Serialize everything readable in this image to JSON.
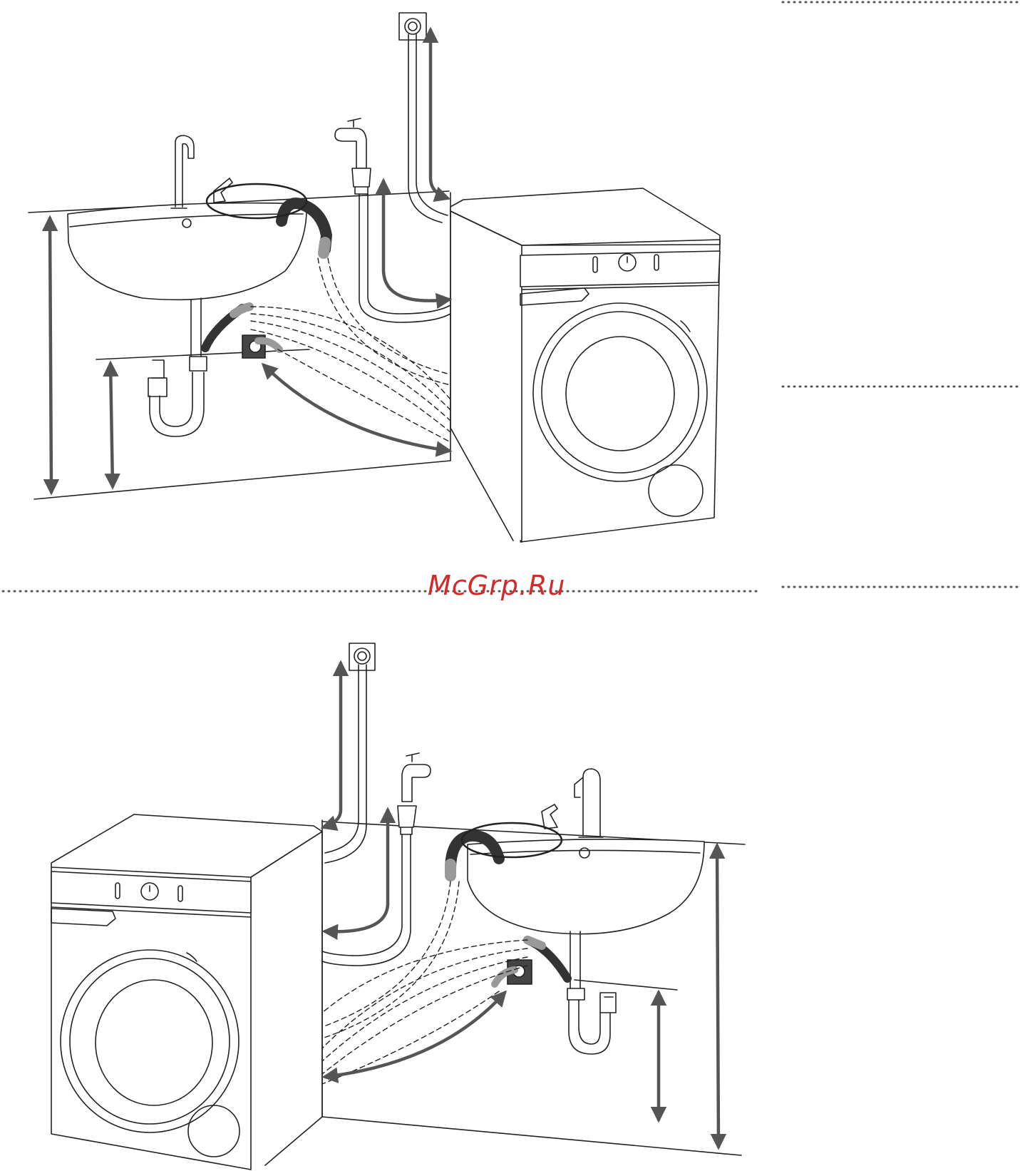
{
  "watermark": {
    "text": "McGrp.Ru",
    "color": "#d42a2a"
  },
  "colors": {
    "line": "#222222",
    "arrow": "#555555",
    "hose_dark": "#333333",
    "hose_mid": "#999999",
    "separator": "#555555"
  },
  "panels": [
    {
      "name": "sink-left-machine-right",
      "machine_side": "right",
      "sink_side": "left"
    },
    {
      "name": "machine-left-sink-right",
      "machine_side": "left",
      "sink_side": "right"
    }
  ]
}
